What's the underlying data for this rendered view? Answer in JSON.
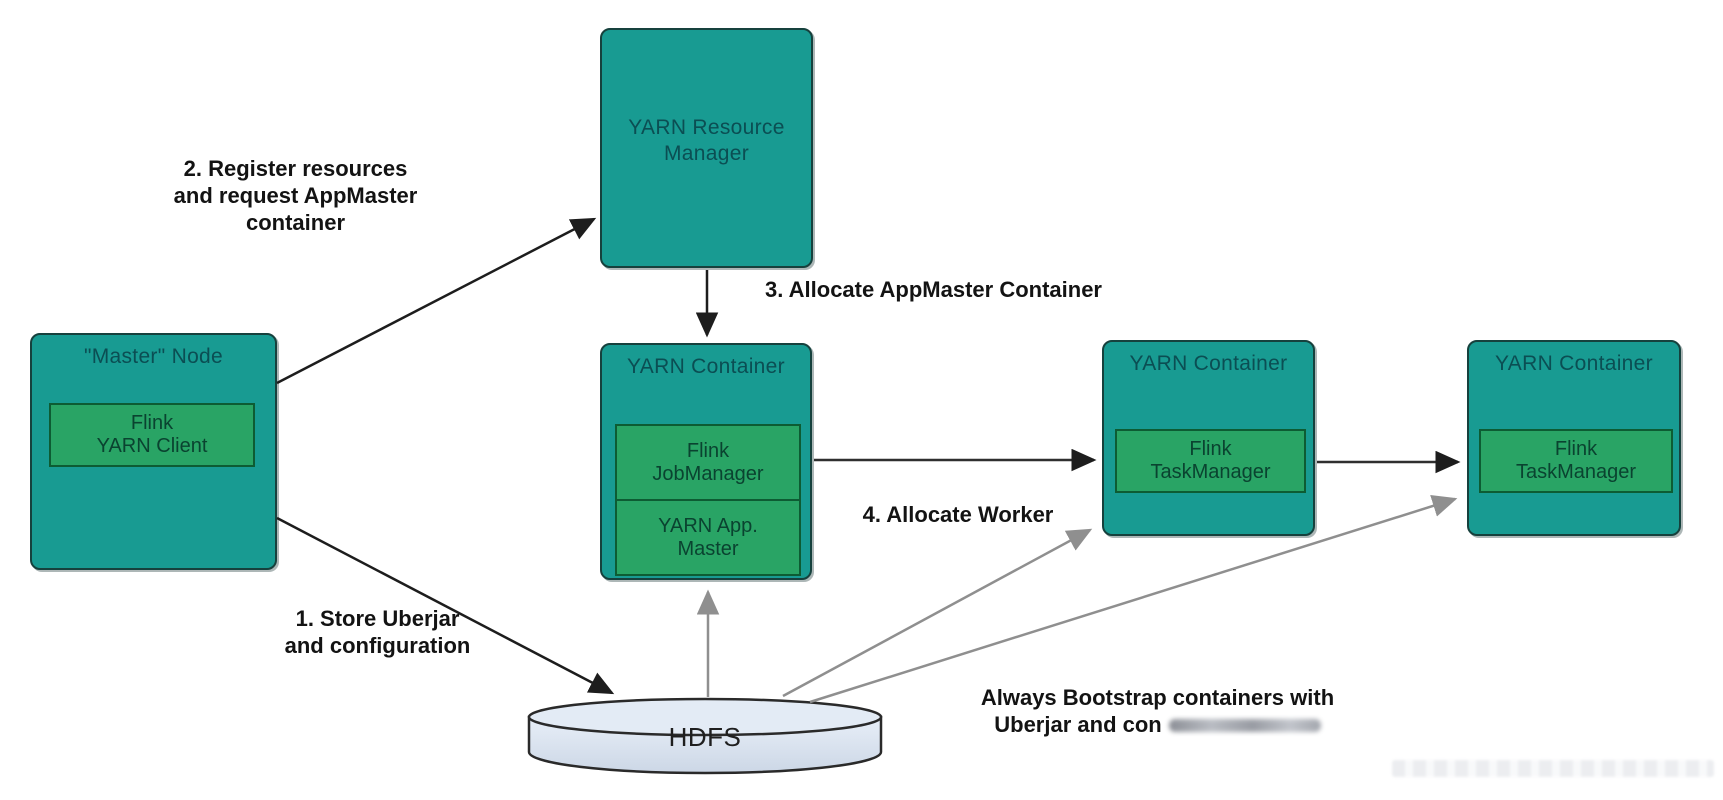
{
  "colors": {
    "node_fill": "#189b92",
    "node_border": "#16413d",
    "inner_fill": "#29a465",
    "inner_border": "#0d5c33",
    "cylinder_fill": "#dde7f2",
    "arrow_black": "#1d1d1d",
    "arrow_gray": "#8f8f8f"
  },
  "nodes": {
    "master": {
      "title": "\"Master\" Node",
      "inner": "Flink\nYARN Client"
    },
    "resource_manager": {
      "title": "YARN Resource\nManager"
    },
    "container_appmaster": {
      "title": "YARN Container",
      "cells": {
        "top": "Flink\nJobManager",
        "bottom": "YARN App.\nMaster"
      }
    },
    "container_tm1": {
      "title": "YARN Container",
      "inner": "Flink\nTaskManager"
    },
    "container_tm2": {
      "title": "YARN Container",
      "inner": "Flink\nTaskManager"
    },
    "hdfs": {
      "label": "HDFS"
    }
  },
  "labels": {
    "step1": "1. Store Uberjar\nand configuration",
    "step2": "2. Register resources\nand request AppMaster\ncontainer",
    "step3": "3. Allocate AppMaster Container",
    "step4": "4. Allocate Worker",
    "bootstrap_line1": "Always Bootstrap containers with",
    "bootstrap_line2_prefix": "Uberjar and con"
  },
  "edges": [
    {
      "from": "master",
      "to": "resource_manager",
      "style": "black",
      "label": "step2"
    },
    {
      "from": "resource_manager",
      "to": "container_appmaster",
      "style": "black",
      "label": "step3"
    },
    {
      "from": "container_appmaster",
      "to": "container_tm1",
      "style": "black",
      "label": "step4"
    },
    {
      "from": "container_tm1",
      "to": "container_tm2",
      "style": "black"
    },
    {
      "from": "master",
      "to": "hdfs",
      "style": "black",
      "label": "step1"
    },
    {
      "from": "hdfs",
      "to": "container_appmaster",
      "style": "gray"
    },
    {
      "from": "hdfs",
      "to": "container_tm1",
      "style": "gray"
    },
    {
      "from": "hdfs",
      "to": "container_tm2",
      "style": "gray",
      "label": "bootstrap_line1"
    }
  ]
}
